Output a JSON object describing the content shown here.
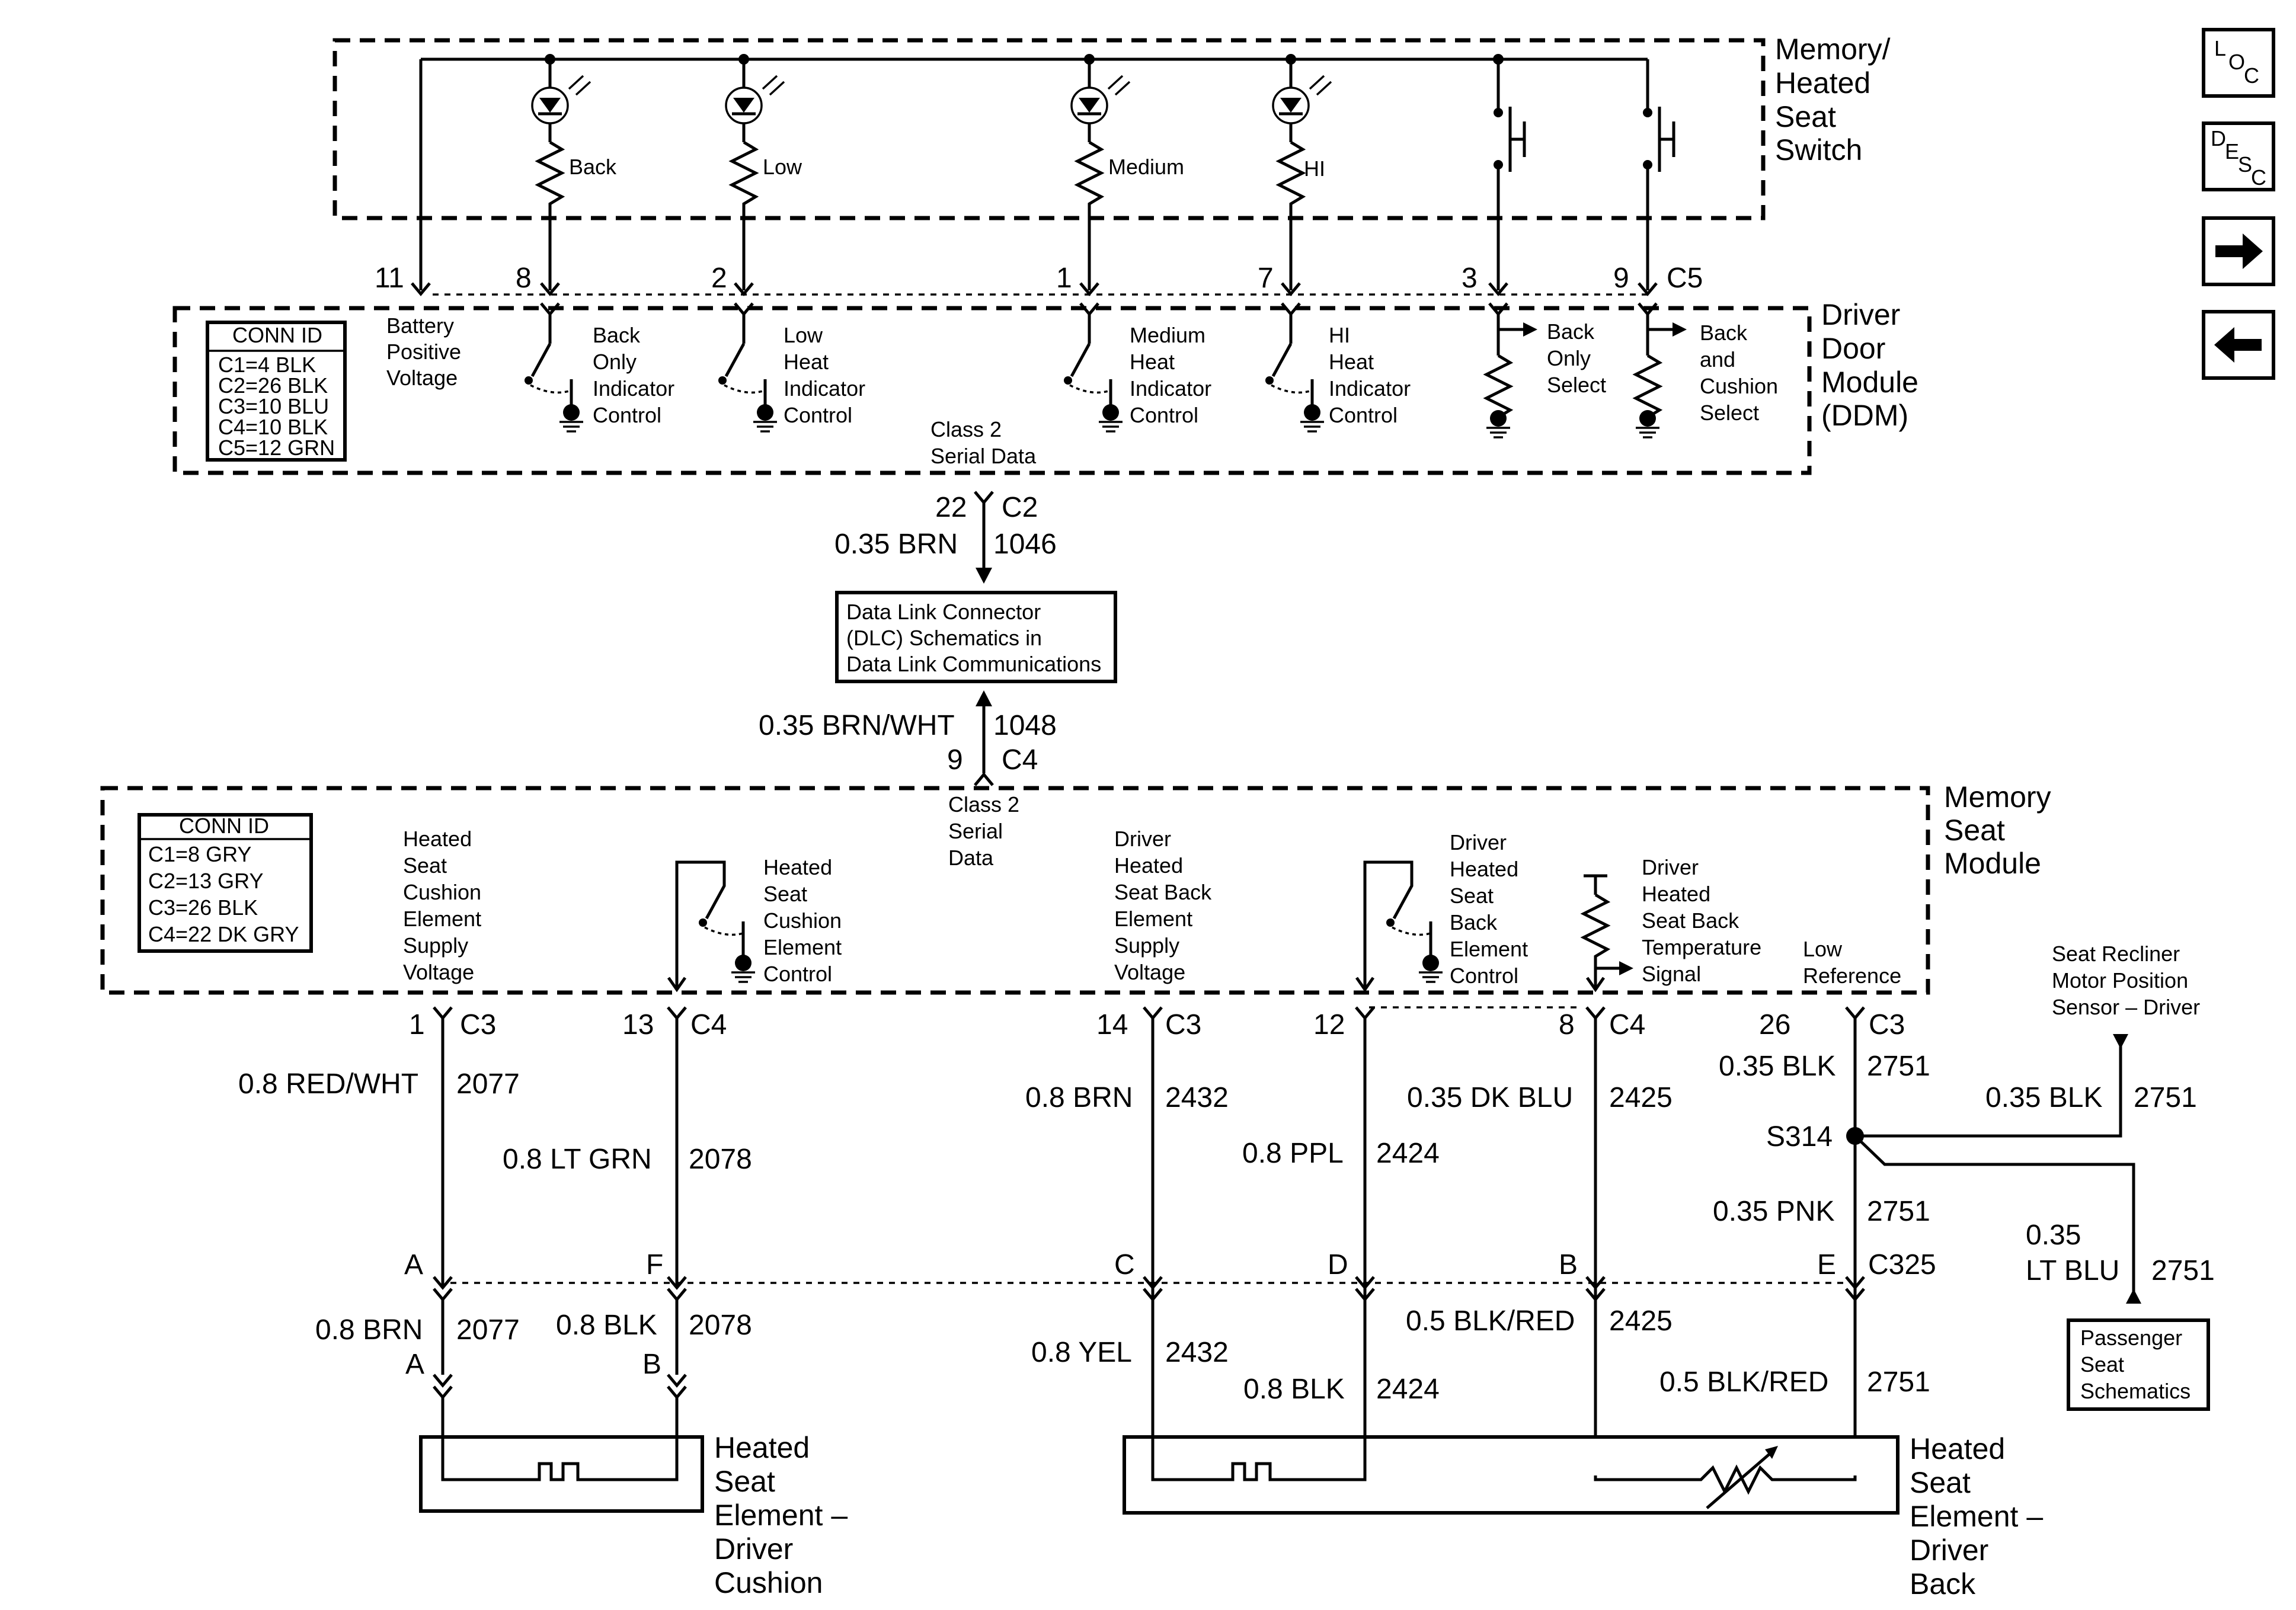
{
  "nav": {
    "loc": [
      "L",
      "O",
      "C"
    ],
    "desc": [
      "D",
      "E",
      "S",
      "C"
    ]
  },
  "switch": {
    "title": [
      "Memory/",
      "Heated",
      "Seat",
      "Switch"
    ],
    "leds": [
      "Back",
      "Low",
      "Medium",
      "HI"
    ]
  },
  "ddm": {
    "title": [
      "Driver",
      "Door",
      "Module",
      "(DDM)"
    ],
    "pins": [
      "11",
      "8",
      "2",
      "1",
      "7",
      "3",
      "9",
      "C5"
    ],
    "conn": {
      "head": "CONN ID",
      "rows": [
        "C1=4 BLK",
        "C2=26 BLK",
        "C3=10 BLU",
        "C4=10 BLK",
        "C5=12 GRN"
      ]
    },
    "battery": [
      "Battery",
      "Positive",
      "Voltage"
    ],
    "ctrl_back": [
      "Back",
      "Only",
      "Indicator",
      "Control"
    ],
    "ctrl_low": [
      "Low",
      "Heat",
      "Indicator",
      "Control"
    ],
    "ctrl_med": [
      "Medium",
      "Heat",
      "Indicator",
      "Control"
    ],
    "ctrl_hi": [
      "HI",
      "Heat",
      "Indicator",
      "Control"
    ],
    "sel_back": [
      "Back",
      "Only",
      "Select"
    ],
    "sel_cush": [
      "Back",
      "and",
      "Cushion",
      "Select"
    ],
    "serial": [
      "Class 2",
      "Serial Data"
    ]
  },
  "link": {
    "top_pin": "22",
    "top_conn": "C2",
    "top_wire": "0.35 BRN",
    "top_circ": "1046",
    "dlc": [
      "Data Link Connector",
      "(DLC) Schematics in",
      "Data Link Communications"
    ],
    "bot_wire": "0.35 BRN/WHT",
    "bot_circ": "1048",
    "bot_pin": "9",
    "bot_conn": "C4"
  },
  "msm": {
    "title": [
      "Memory",
      "Seat",
      "Module"
    ],
    "conn": {
      "head": "CONN ID",
      "rows": [
        "C1=8 GRY",
        "C2=13 GRY",
        "C3=26 BLK",
        "C4=22 DK GRY"
      ]
    },
    "serial": [
      "Class 2",
      "Serial",
      "Data"
    ],
    "cush_supply": [
      "Heated",
      "Seat",
      "Cushion",
      "Element",
      "Supply",
      "Voltage"
    ],
    "cush_ctrl": [
      "Heated",
      "Seat",
      "Cushion",
      "Element",
      "Control"
    ],
    "back_supply": [
      "Driver",
      "Heated",
      "Seat Back",
      "Element",
      "Supply",
      "Voltage"
    ],
    "back_ctrl": [
      "Driver",
      "Heated",
      "Seat",
      "Back",
      "Element",
      "Control"
    ],
    "temp": [
      "Driver",
      "Heated",
      "Seat Back",
      "Temperature",
      "Signal"
    ],
    "lowref": [
      "Low",
      "Reference"
    ]
  },
  "pins": {
    "p1": "1",
    "c3a": "C3",
    "p13": "13",
    "c4a": "C4",
    "p14": "14",
    "c3b": "C3",
    "p12": "12",
    "p8": "8",
    "c4b": "C4",
    "p26": "26",
    "c3c": "C3"
  },
  "wires": {
    "w1": "0.8 RED/WHT",
    "c1": "2077",
    "w2": "0.8 LT GRN",
    "c2": "2078",
    "w3": "0.8 BRN",
    "c3": "2432",
    "w4": "0.8 PPL",
    "c4": "2424",
    "w5": "0.35 DK BLU",
    "c5": "2425",
    "w6": "0.35 BLK",
    "c6": "2751",
    "w7": "0.35 BLK",
    "c7": "2751",
    "w8": "0.35 PNK",
    "c8": "2751",
    "w9": [
      "0.35",
      "LT BLU"
    ],
    "c9": "2751",
    "w10": "0.8 BRN",
    "c10": "2077",
    "w11": "0.8 BLK",
    "c11": "2078",
    "w12": "0.8 YEL",
    "c12": "2432",
    "w13": "0.8 BLK",
    "c13": "2424",
    "w14": "0.5 BLK/RED",
    "c14": "2425",
    "w15": "0.5 BLK/RED",
    "c15": "2751"
  },
  "c325": {
    "a": "A",
    "f": "F",
    "c": "C",
    "d": "D",
    "b": "B",
    "e": "E",
    "name": "C325",
    "a2": "A",
    "b2": "B"
  },
  "splice": "S314",
  "recliner": [
    "Seat Recliner",
    "Motor Position",
    "Sensor – Driver"
  ],
  "passenger": [
    "Passenger",
    "Seat",
    "Schematics"
  ],
  "cushion": [
    "Heated",
    "Seat",
    "Element –",
    "Driver",
    "Cushion"
  ],
  "back": [
    "Heated",
    "Seat",
    "Element –",
    "Driver",
    "Back"
  ]
}
